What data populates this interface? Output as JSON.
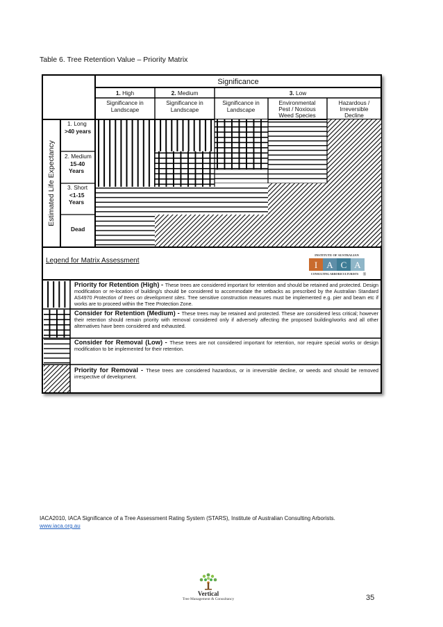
{
  "caption": "Table 6. Tree Retention Value – Priority Matrix",
  "matrix": {
    "significance_title": "Significance",
    "vertical_axis": "Estimated Life Expectancy",
    "columns": [
      {
        "num": "1.",
        "label": "High"
      },
      {
        "num": "2.",
        "label": "Medium"
      },
      {
        "num": "3.",
        "label": "Low"
      }
    ],
    "subheads": [
      [
        "Significance in",
        "Landscape"
      ],
      [
        "Significance in",
        "Landscape"
      ],
      [
        "Significance in",
        "Landscape"
      ],
      [
        "Environmental",
        "Pest / Noxious",
        "Weed Species"
      ],
      [
        "Hazardous /",
        "Irreversible",
        "Decline"
      ]
    ],
    "rows": [
      {
        "a": "1. Long",
        "b": ">40 years"
      },
      {
        "a": "2. Medium",
        "b": "15-40",
        "c": "Years"
      },
      {
        "a": "3. Short",
        "b": "<1-15",
        "c": "Years"
      },
      {
        "a": "",
        "b": "Dead"
      }
    ]
  },
  "legend": {
    "title": "Legend for Matrix Assessment",
    "logo_top": "INSTITUTE OF AUSTRALIAN",
    "logo_letters": [
      "I",
      "A",
      "C",
      "A"
    ],
    "logo_bottom": "CONSULTING ARBORICULTURISTS",
    "logo_mark": "®",
    "items": [
      {
        "heading": "Priority for Retention (High)",
        "text": "These trees are considered important for retention and should be retained and protected. Design modification or re-location of building/s should be considered to accommodate the setbacks as prescribed by the Australian Standard AS4970 ",
        "italic": "Protection of trees on development sites",
        "text2": ". Tree sensitive construction measures must be implemented e.g. pier and beam etc if works are to proceed within the Tree Protection Zone."
      },
      {
        "heading": "Consider for Retention (Medium)",
        "text": "These trees may be retained and protected. These are considered less critical; however their retention should remain priority with removal considered only if adversely affecting the proposed building/works and all other alternatives have been considered and exhausted."
      },
      {
        "heading": "Consider for Removal (Low)",
        "text": "These trees are not considered important for retention, nor require special works or design modification to be implemented for their retention."
      },
      {
        "heading": "Priority for Removal",
        "text": "These trees are considered hazardous, or in irreversible decline, or weeds and should be removed irrespective of development."
      }
    ]
  },
  "footer": {
    "reference": "IACA2010, IACA Significance of a Tree Assessment Rating System (STARS), Institute of Australian Consulting Arborists.",
    "link": "www.iaca.org.au",
    "company": "Vertical",
    "tagline": "Tree Management & Consultancy",
    "page_number": "35"
  }
}
